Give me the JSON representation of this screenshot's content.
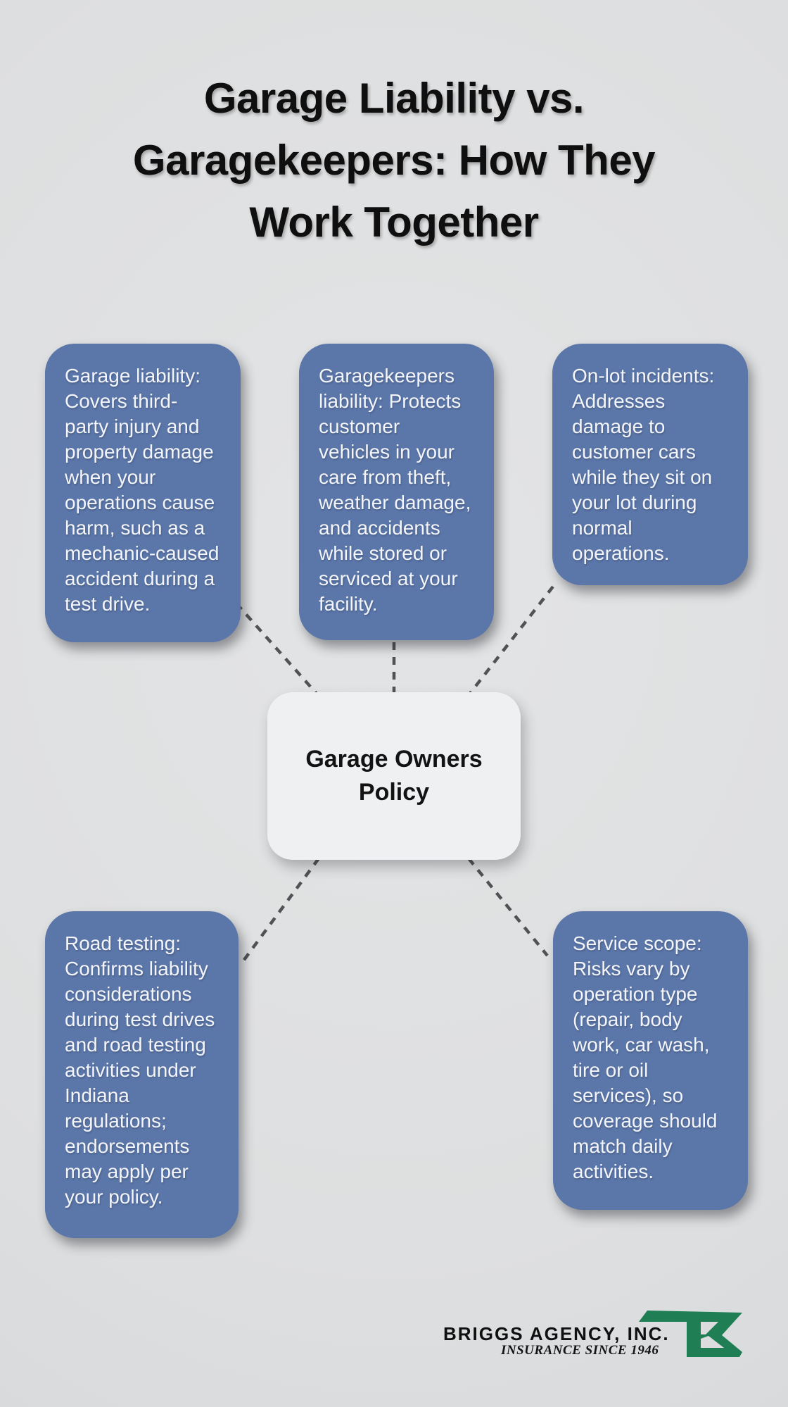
{
  "page": {
    "title": "Garage Liability vs.\nGaragekeepers: How They\nWork Together"
  },
  "center": {
    "label": "Garage Owners Policy"
  },
  "nodes": [
    {
      "id": "garage-liability",
      "text": "Garage liability: Covers third-party injury and property damage when your operations cause harm, such as a mechanic-caused accident during a test drive."
    },
    {
      "id": "garagekeepers-liability",
      "text": "Garagekeepers liability: Protects customer vehicles in your care from theft, weather damage, and accidents while stored or serviced at your facility."
    },
    {
      "id": "on-lot-incidents",
      "text": "On-lot incidents: Addresses damage to customer cars while they sit on your lot during normal operations."
    },
    {
      "id": "road-testing",
      "text": "Road testing: Confirms liability considerations during test drives and road testing activities under Indiana regulations; endorsements may apply per your policy."
    },
    {
      "id": "service-scope",
      "text": "Service scope: Risks vary by operation type (repair, body work, car wash, tire or oil services), so coverage should match daily activities."
    }
  ],
  "footer": {
    "brand": "BRIGGS AGENCY, INC.",
    "tagline": "INSURANCE SINCE 1946"
  },
  "colors": {
    "background": "#dfe1e2",
    "node_fill": "#5b76a9",
    "node_text": "#f3f5f9",
    "center_fill": "#eef0f1",
    "connector": "#505255",
    "logo_green": "#1f7e54",
    "title_text": "#0f0f10"
  }
}
